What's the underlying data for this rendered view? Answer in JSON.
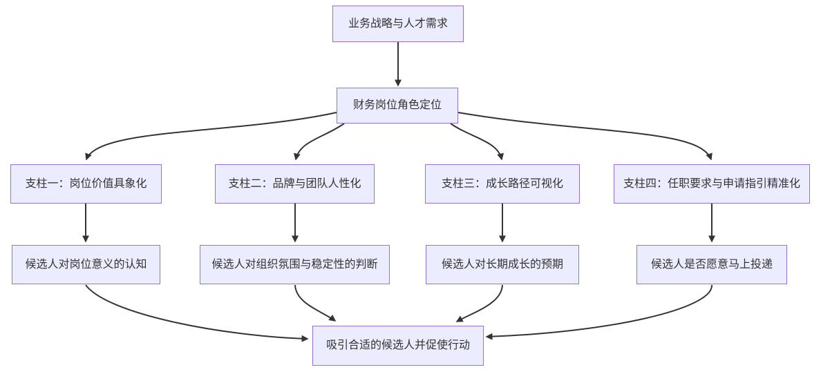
{
  "diagram": {
    "type": "flowchart",
    "direction": "top-down",
    "nodes": {
      "strategy": {
        "label": "业务战略与人才需求"
      },
      "role": {
        "label": "财务岗位角色定位"
      },
      "pillar1": {
        "label": "支柱一：岗位价值具象化"
      },
      "pillar2": {
        "label": "支柱二：品牌与团队人性化"
      },
      "pillar3": {
        "label": "支柱三：成长路径可视化"
      },
      "pillar4": {
        "label": "支柱四：任职要求与申请指引精准化"
      },
      "outcome1": {
        "label": "候选人对岗位意义的认知"
      },
      "outcome2": {
        "label": "候选人对组织氛围与稳定性的判断"
      },
      "outcome3": {
        "label": "候选人对长期成长的预期"
      },
      "outcome4": {
        "label": "候选人是否愿意马上投递"
      },
      "action": {
        "label": "吸引合适的候选人并促使行动"
      }
    },
    "edges": [
      {
        "from": "strategy",
        "to": "role"
      },
      {
        "from": "role",
        "to": "pillar1"
      },
      {
        "from": "role",
        "to": "pillar2"
      },
      {
        "from": "role",
        "to": "pillar3"
      },
      {
        "from": "role",
        "to": "pillar4"
      },
      {
        "from": "pillar1",
        "to": "outcome1"
      },
      {
        "from": "pillar2",
        "to": "outcome2"
      },
      {
        "from": "pillar3",
        "to": "outcome3"
      },
      {
        "from": "pillar4",
        "to": "outcome4"
      },
      {
        "from": "outcome1",
        "to": "action"
      },
      {
        "from": "outcome2",
        "to": "action"
      },
      {
        "from": "outcome3",
        "to": "action"
      },
      {
        "from": "outcome4",
        "to": "action"
      }
    ],
    "colors": {
      "node_fill": "#ECECFF",
      "node_border": "#9370DB",
      "edge": "#333333",
      "text": "#333333",
      "background": "#FFFFFF"
    }
  }
}
